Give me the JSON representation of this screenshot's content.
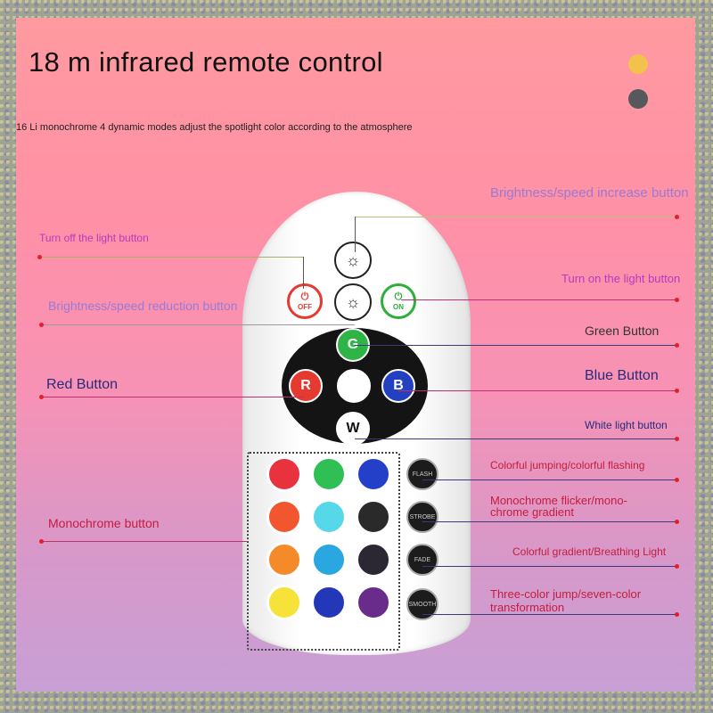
{
  "title": "18 m infrared remote control",
  "subtitle": "16 Li monochrome 4 dynamic modes adjust the spotlight color according to the atmosphere",
  "remote": {
    "off_label": "OFF",
    "on_label": "ON",
    "green_letter": "G",
    "red_letter": "R",
    "blue_letter": "B",
    "white_letter": "W",
    "brightness_symbol": "☼",
    "mode_buttons": [
      "FLASH",
      "STROBE",
      "FADE",
      "SMOOTH"
    ],
    "keypad_colors": [
      [
        "#e8333f",
        "#2fbf55",
        "#2540c8"
      ],
      [
        "#f2562f",
        "#56d8e8",
        "#2a2a2a"
      ],
      [
        "#f58a2a",
        "#2aa6e0",
        "#2c2833"
      ],
      [
        "#f7e23a",
        "#2338b8",
        "#6a2c8a"
      ]
    ]
  },
  "labels": {
    "brightness_increase": "Brightness/speed increase button",
    "turn_off": "Turn off the light button",
    "turn_on": "Turn on the light button",
    "brightness_reduction": "Brightness/speed reduction button",
    "green_button": "Green Button",
    "red_button": "Red Button",
    "blue_button": "Blue Button",
    "white_button": "White light button",
    "colorful_jumping": "Colorful jumping/colorful flashing",
    "monochrome_flicker_1": "Monochrome flicker/mono-",
    "monochrome_flicker_2": "chrome gradient",
    "monochrome_button": "Monochrome button",
    "colorful_gradient": "Colorful gradient/Breathing Light",
    "three_color_1": "Three-color jump/seven-color",
    "three_color_2": "transformation"
  },
  "colors": {
    "yellow_dot": "#f2c24b",
    "gray_dot": "#56595c",
    "pointer_dot": "#e2202a"
  }
}
